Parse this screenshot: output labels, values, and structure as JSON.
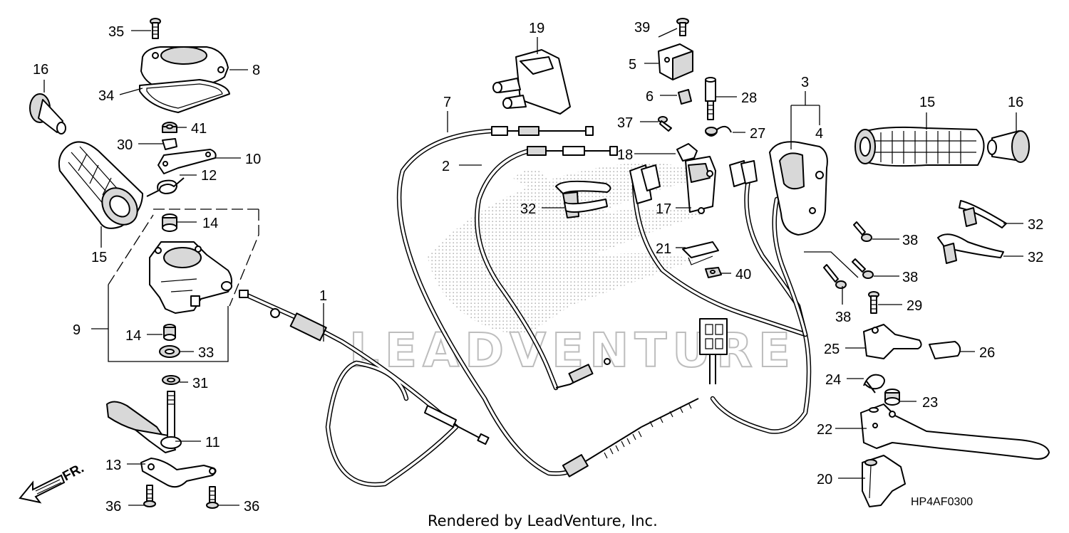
{
  "diagram": {
    "diagram_code": "HP4AF0300",
    "credit": "Rendered by LeadVenture, Inc.",
    "watermark": "LEADVENTURE",
    "direction_label": "FR.",
    "callouts": {
      "c1": "1",
      "c2": "2",
      "c3": "3",
      "c4": "4",
      "c5": "5",
      "c6": "6",
      "c7": "7",
      "c8": "8",
      "c9": "9",
      "c10": "10",
      "c11": "11",
      "c12": "12",
      "c13": "13",
      "c14a": "14",
      "c14b": "14",
      "c15a": "15",
      "c15b": "15",
      "c16a": "16",
      "c16b": "16",
      "c17": "17",
      "c18": "18",
      "c19": "19",
      "c20": "20",
      "c21": "21",
      "c22": "22",
      "c23": "23",
      "c24": "24",
      "c25": "25",
      "c26": "26",
      "c27": "27",
      "c28": "28",
      "c29": "29",
      "c30": "30",
      "c31": "31",
      "c32a": "32",
      "c32b": "32",
      "c32c": "32",
      "c33": "33",
      "c34": "34",
      "c35": "35",
      "c36a": "36",
      "c36b": "36",
      "c37": "37",
      "c38a": "38",
      "c38b": "38",
      "c38c": "38",
      "c39": "39",
      "c40": "40",
      "c41": "41"
    }
  }
}
